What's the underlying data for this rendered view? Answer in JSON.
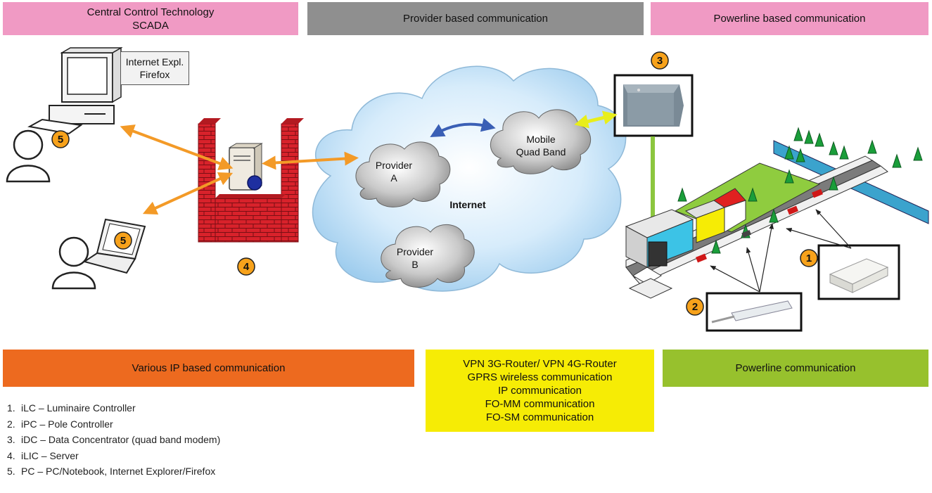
{
  "headers": {
    "scada_line1": "Central Control Technology",
    "scada_line2": "SCADA",
    "provider": "Provider based communication",
    "powerline": "Powerline based communication"
  },
  "browser_box": {
    "line1": "Internet Expl.",
    "line2": "Firefox"
  },
  "cloud": {
    "internet": "Internet",
    "provider_a_line1": "Provider",
    "provider_a_line2": "A",
    "provider_b_line1": "Provider",
    "provider_b_line2": "B",
    "mobile_line1": "Mobile",
    "mobile_line2": "Quad Band"
  },
  "badges": {
    "one": "1",
    "two": "2",
    "three": "3",
    "four": "4",
    "five_pc": "5",
    "five_notebook": "5"
  },
  "bands": {
    "ip": "Various IP based communication",
    "vpn": [
      "VPN 3G-Router/ VPN 4G-Router",
      "GPRS wireless communication",
      "IP communication",
      "FO-MM communication",
      "FO-SM communication"
    ],
    "plc": "Powerline communication"
  },
  "legend": [
    {
      "num": "1.",
      "text": "iLC – Luminaire Controller"
    },
    {
      "num": "2.",
      "text": "iPC – Pole Controller"
    },
    {
      "num": "3.",
      "text": "iDC – Data Concentrator (quad band modem)"
    },
    {
      "num": "4.",
      "text": "iLIC – Server"
    },
    {
      "num": "5.",
      "text": "PC – PC/Notebook, Internet Explorer/Firefox"
    }
  ],
  "colors": {
    "pink_header": "#f09ac4",
    "gray_header": "#8f8f8f",
    "orange_band": "#ed6a1f",
    "yellow_band": "#f6ec05",
    "green_band": "#97c12d",
    "arrow_orange": "#f39a27",
    "arrow_blue": "#3a5fb5",
    "arrow_yellow": "#e8ee1a",
    "arrow_green": "#8cc63f",
    "firewall_red": "#d8222b",
    "badge_fill": "#f7a21b"
  }
}
